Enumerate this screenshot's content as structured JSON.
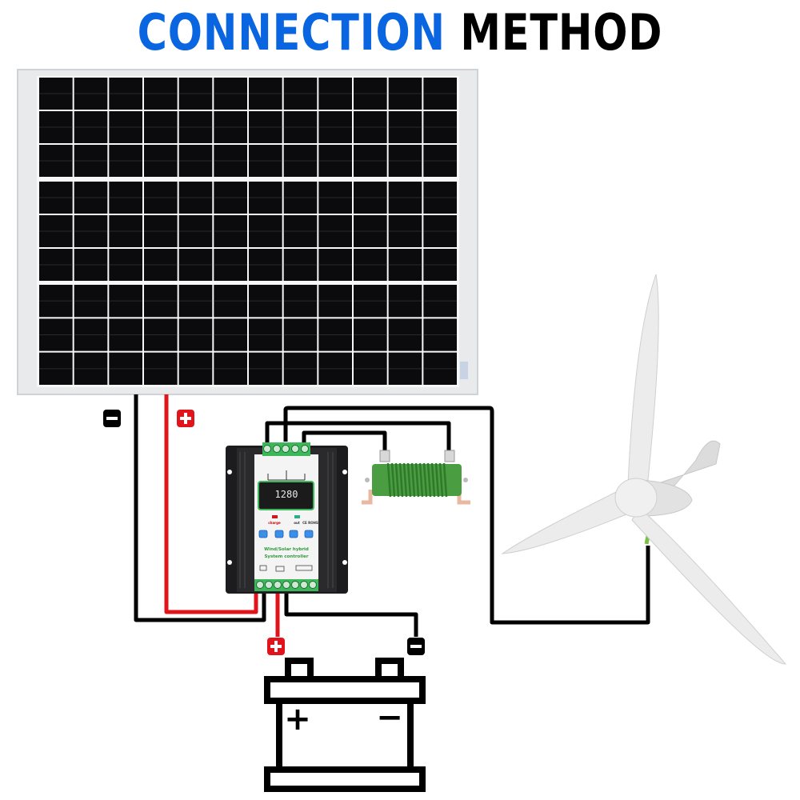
{
  "title": {
    "part1": "CONNECTION",
    "part2": "METHOD"
  },
  "colors": {
    "title_blue": "#0a66e0",
    "wire_red": "#e0141a",
    "wire_black": "#000000",
    "resistor_green": "#3f9a3a",
    "terminal_green": "#3cb85a"
  },
  "components": [
    "solar-panel",
    "charge-controller",
    "dump-load-resistor",
    "wind-turbine",
    "battery"
  ],
  "controller": {
    "display_value": "1280",
    "indicator_charge": "charge",
    "indicator_out": "out",
    "cert": "CE ROHS",
    "label_line1": "Wind/Solar hybrid",
    "label_line2": "System controller"
  },
  "badges": {
    "panel_negative": "−",
    "panel_positive": "+",
    "battery_positive": "+",
    "battery_negative": "−"
  },
  "battery": {
    "positive_symbol": "+",
    "negative_symbol": "−"
  }
}
